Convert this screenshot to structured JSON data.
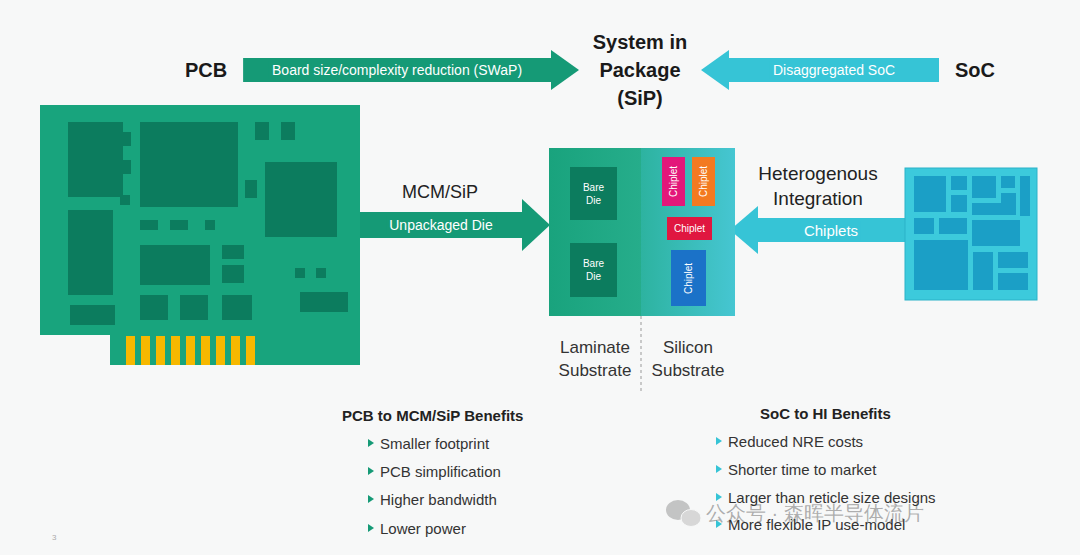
{
  "diagram": {
    "nodes": [
      {
        "text": [
          "PCB"
        ]
      },
      {
        "text": [
          "System in Package (SiP)"
        ]
      },
      {
        "text": [
          "SoC"
        ]
      },
      {
        "text": [
          "Laminate Substrate"
        ]
      },
      {
        "text": [
          "Bare Die"
        ],
        "in": 3
      },
      {
        "text": [
          "Bare Die"
        ],
        "in": 3
      },
      {
        "text": [
          "Silicon Substrate"
        ]
      },
      {
        "text": [
          "Chiplet"
        ],
        "in": 6
      },
      {
        "text": [
          "Chiplet"
        ],
        "in": 6
      },
      {
        "text": [
          "Chiplet"
        ],
        "in": 6
      },
      {
        "text": [
          "Chiplet"
        ],
        "in": 6
      }
    ],
    "edges": [
      {
        "from": 0,
        "to": 1,
        "arrow": "to",
        "label": "Board size/complexity reduction (SWaP)"
      },
      {
        "from": 2,
        "to": 1,
        "arrow": "to",
        "label": "Disaggregated SoC"
      }
    ],
    "labels": [
      "MCM/SiP",
      "Unpackaged Die",
      "Heterogenous Integration",
      "Chiplets",
      "PCB to MCM/SiP Benefits",
      "Smaller footprint",
      "PCB simplification",
      "Higher bandwidth",
      "Lower power",
      "SoC to HI Benefits",
      "Reduced NRE costs",
      "Shorter time to market",
      "Larger than reticle size designs",
      "More flexible IP use-model",
      "公众号 · 森晖半导体流片",
      "3"
    ]
  }
}
